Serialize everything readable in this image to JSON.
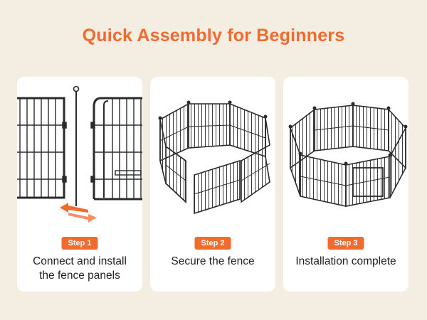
{
  "title": "Quick Assembly for Beginners",
  "colors": {
    "accent": "#f26a2e",
    "background": "#f3ede2",
    "card": "#ffffff",
    "frame": "#2b2b2b"
  },
  "steps": [
    {
      "badge": "Step 1",
      "caption_line1": "Connect and install",
      "caption_line2": "the fence panels",
      "icon": "panel-connection-icon"
    },
    {
      "badge": "Step 2",
      "caption_line1": "Secure the fence",
      "caption_line2": "",
      "icon": "open-fence-icon"
    },
    {
      "badge": "Step 3",
      "caption_line1": "Installation complete",
      "caption_line2": "",
      "icon": "closed-fence-icon"
    }
  ]
}
